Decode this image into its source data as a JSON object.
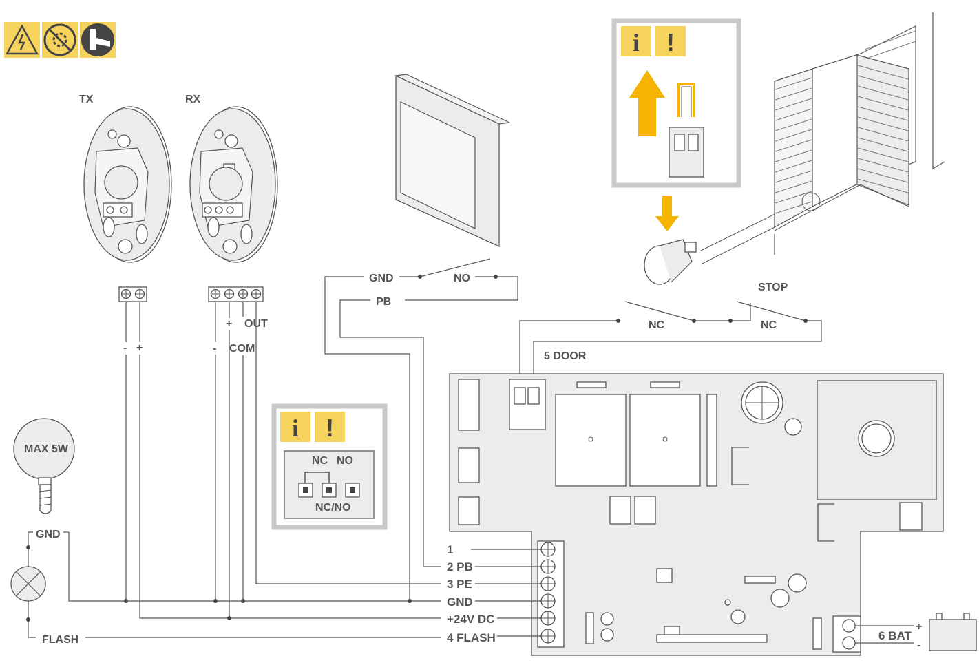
{
  "photocells": {
    "tx": "TX",
    "rx": "RX"
  },
  "tx_terminal": {
    "minus": "-",
    "plus": "+"
  },
  "rx_terminal": {
    "plus": "+",
    "out": "OUT",
    "minus": "-",
    "com": "COM"
  },
  "pushbutton": {
    "gnd": "GND",
    "no": "NO",
    "pb": "PB"
  },
  "door_switches": {
    "stop": "STOP",
    "nc_left": "NC",
    "nc_right": "NC",
    "door": "5 DOOR"
  },
  "jumper_note": {
    "nc": "NC",
    "no": "NO",
    "ncno": "NC/NO"
  },
  "lamp": {
    "max": "MAX 5W",
    "gnd": "GND",
    "flash": "FLASH"
  },
  "board_terminals": {
    "t1": "1",
    "t2": "2 PB",
    "t3": "3 PE",
    "gnd": "GND",
    "v24": "+24V DC",
    "t4": "4 FLASH"
  },
  "battery": {
    "label": "6 BAT",
    "plus": "+",
    "minus": "-"
  },
  "hint_icons": {
    "info": "i",
    "warn": "!"
  },
  "colors": {
    "accent": "#f6d35c",
    "line": "#555555",
    "device": "#ececec"
  },
  "icons": [
    "electric-shock-warning-icon",
    "no-moving-parts-icon",
    "hand-tool-icon",
    "info-icon",
    "warning-icon",
    "arrow-up-icon",
    "arrow-down-icon"
  ]
}
